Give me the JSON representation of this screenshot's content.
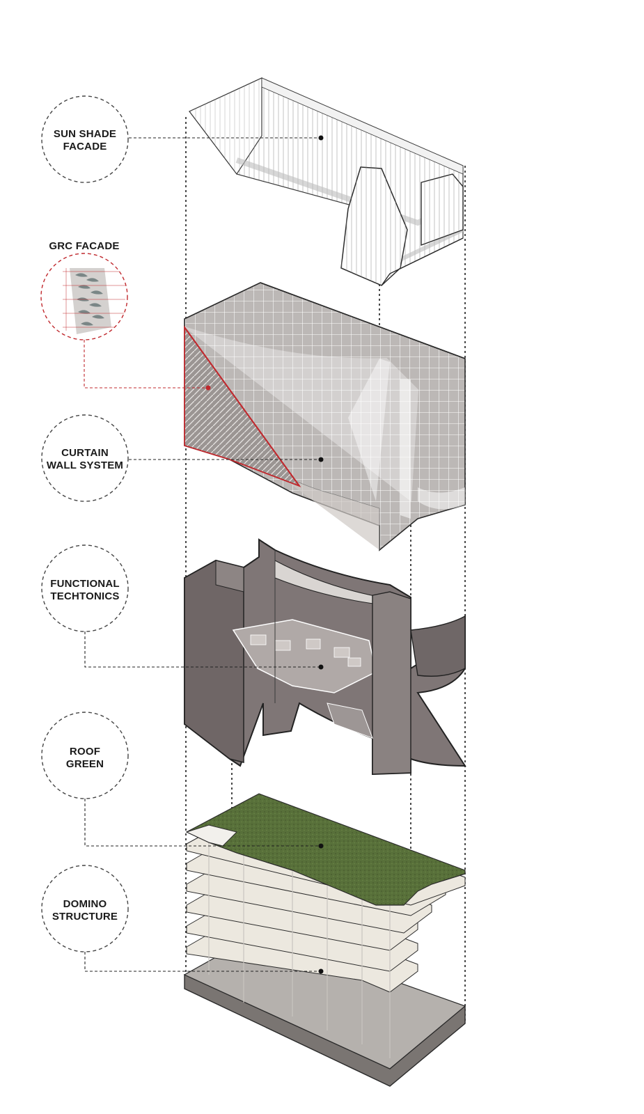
{
  "labels": {
    "sun_shade_line1": "SUN SHADE",
    "sun_shade_line2": "FACADE",
    "grc_facade": "GRC FACADE",
    "curtain_line1": "CURTAIN",
    "curtain_line2": "WALL SYSTEM",
    "functional_line1": "FUNCTIONAL",
    "functional_line2": "TECHTONICS",
    "roof_line1": "ROOF",
    "roof_line2": "GREEN",
    "domino_line1": "DOMINO",
    "domino_line2": "STRUCTURE"
  },
  "colors": {
    "accent_red": "#c0282d",
    "roof_green": "#556b2f",
    "wall_grey": "#7d7474",
    "panel_grey": "#b9b6b4",
    "slab": "#e9e5dc"
  },
  "icons": [
    "grc-facade-pattern-icon"
  ]
}
